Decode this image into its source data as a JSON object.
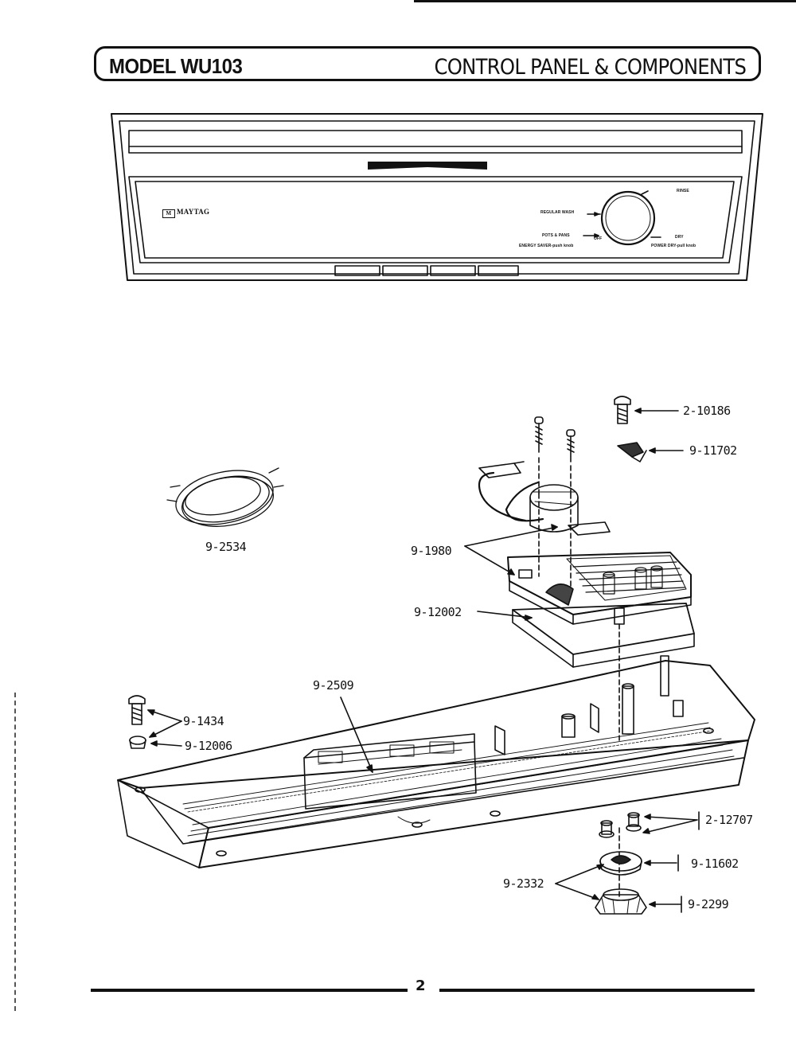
{
  "header": {
    "model_title": "MODEL WU103",
    "section_title": "CONTROL PANEL & COMPONENTS"
  },
  "control_panel": {
    "brand": "MAYTAG",
    "dial_labels": {
      "regular_wash": "REGULAR WASH",
      "pots_pans": "POTS & PANS",
      "off": "OFF",
      "energy_saver": "ENERGY SAVER-push knob",
      "rinse": "RINSE",
      "dry": "DRY",
      "power_dry": "POWER DRY-pull knob"
    }
  },
  "callouts": {
    "p_2_10186": "2-10186",
    "p_9_11702": "9-11702",
    "p_9_2534": "9-2534",
    "p_9_1980": "9-1980",
    "p_9_12002": "9-12002",
    "p_9_2509": "9-2509",
    "p_9_1434": "9-1434",
    "p_9_12006": "9-12006",
    "p_2_12707": "2-12707",
    "p_9_11602": "9-11602",
    "p_9_2332": "9-2332",
    "p_9_2299": "9-2299"
  },
  "footer": {
    "page_number": "2"
  }
}
